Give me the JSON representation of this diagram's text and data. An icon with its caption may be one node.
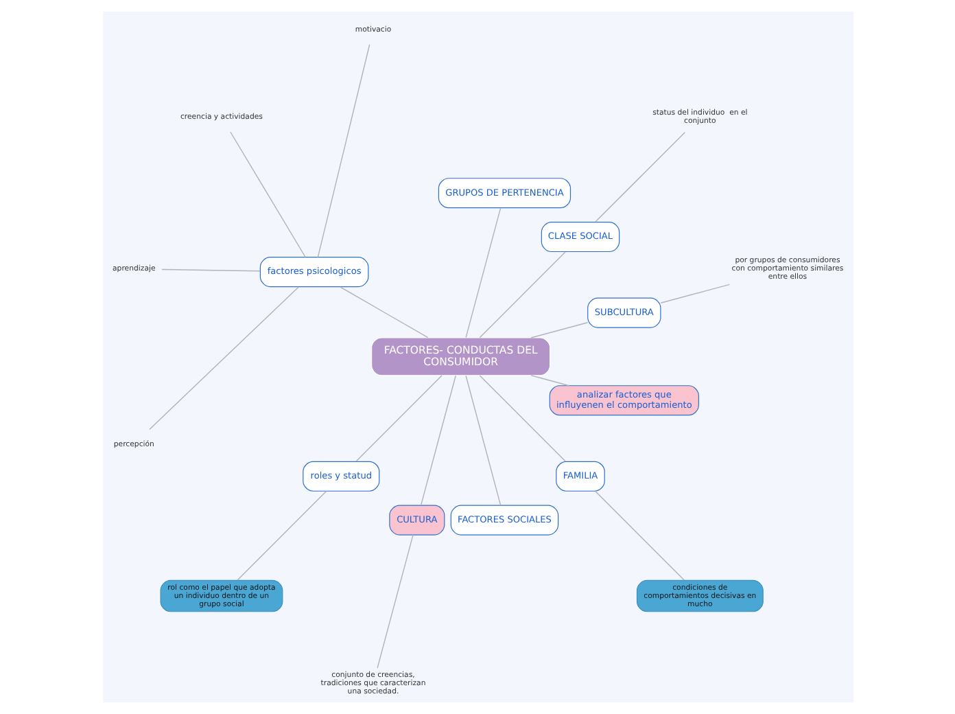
{
  "diagram": {
    "nodes": [
      {
        "text": [
          "FACTORES- CONDUCTAS DEL CONSUMIDOR"
        ]
      },
      {
        "text": [
          "SUBCULTURA"
        ]
      },
      {
        "text": [
          "por grupos de consumidores con comportamiento similares entre ellos"
        ]
      },
      {
        "text": [
          "CLASE SOCIAL"
        ]
      },
      {
        "text": [
          "status del individuo  en el conjunto"
        ]
      },
      {
        "text": [
          "GRUPOS DE PERTENENCIA"
        ]
      },
      {
        "text": [
          "factores psicologicos"
        ]
      },
      {
        "text": [
          "motivacio"
        ]
      },
      {
        "text": [
          "creencia y actividades"
        ]
      },
      {
        "text": [
          "aprendizaje"
        ]
      },
      {
        "text": [
          "percepción"
        ]
      },
      {
        "text": [
          "roles y statud"
        ]
      },
      {
        "text": [
          "rol como el papel que adopta un individuo dentro de un grupo social"
        ]
      },
      {
        "text": [
          "CULTURA"
        ]
      },
      {
        "text": [
          "conjunto de creencias, tradiciones que caracterizan una sociedad."
        ]
      },
      {
        "text": [
          "FACTORES SOCIALES"
        ]
      },
      {
        "text": [
          "FAMILIA"
        ]
      },
      {
        "text": [
          "condiciones de comportamientos decisivas en mucho"
        ]
      },
      {
        "text": [
          "analizar factores que influyenen el comportamiento"
        ]
      }
    ],
    "edges": [
      {
        "from": 0,
        "to": 1,
        "arrow": "none"
      },
      {
        "from": 1,
        "to": 2,
        "arrow": "none"
      },
      {
        "from": 0,
        "to": 3,
        "arrow": "none"
      },
      {
        "from": 3,
        "to": 4,
        "arrow": "none"
      },
      {
        "from": 0,
        "to": 5,
        "arrow": "none"
      },
      {
        "from": 0,
        "to": 6,
        "arrow": "none"
      },
      {
        "from": 6,
        "to": 7,
        "arrow": "none"
      },
      {
        "from": 6,
        "to": 8,
        "arrow": "none"
      },
      {
        "from": 6,
        "to": 9,
        "arrow": "none"
      },
      {
        "from": 6,
        "to": 10,
        "arrow": "none"
      },
      {
        "from": 0,
        "to": 11,
        "arrow": "none"
      },
      {
        "from": 11,
        "to": 12,
        "arrow": "none"
      },
      {
        "from": 0,
        "to": 13,
        "arrow": "none"
      },
      {
        "from": 13,
        "to": 14,
        "arrow": "none"
      },
      {
        "from": 0,
        "to": 15,
        "arrow": "none"
      },
      {
        "from": 0,
        "to": 16,
        "arrow": "none"
      },
      {
        "from": 16,
        "to": 17,
        "arrow": "none"
      },
      {
        "from": 0,
        "to": 18,
        "arrow": "none"
      }
    ]
  }
}
